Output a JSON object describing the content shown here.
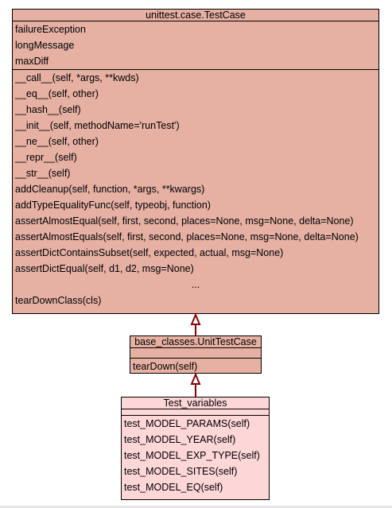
{
  "classes": {
    "testcase": {
      "title": "unittest.case.TestCase",
      "attributes": [
        "failureException",
        "longMessage",
        "maxDiff"
      ],
      "methods": [
        "__call__(self, *args, **kwds)",
        "__eq__(self, other)",
        "__hash__(self)",
        "__init__(self, methodName='runTest')",
        "__ne__(self, other)",
        "__repr__(self)",
        "__str__(self)",
        "addCleanup(self, function, *args, **kwargs)",
        "addTypeEqualityFunc(self, typeobj, function)",
        "assertAlmostEqual(self, first, second, places=None, msg=None, delta=None)",
        "assertAlmostEquals(self, first, second, places=None, msg=None, delta=None)",
        "assertDictContainsSubset(self, expected, actual, msg=None)",
        "assertDictEqual(self, d1, d2, msg=None)"
      ],
      "ellipsis": "...",
      "methods_tail": [
        "tearDownClass(cls)"
      ],
      "fill_color": "#e6b0a3"
    },
    "unittestcase": {
      "title": "base_classes.UnitTestCase",
      "methods": [
        "tearDown(self)"
      ],
      "fill_color": "#e6b0a3"
    },
    "test_variables": {
      "title": "Test_variables",
      "methods": [
        "test_MODEL_PARAMS(self)",
        "test_MODEL_YEAR(self)",
        "test_MODEL_EXP_TYPE(self)",
        "test_MODEL_SITES(self)",
        "test_MODEL_EQ(self)"
      ],
      "fill_color": "#fdd6d8"
    }
  },
  "edges": [
    {
      "from": "unittestcase",
      "to": "testcase",
      "kind": "inheritance",
      "color": "#8b0000"
    },
    {
      "from": "test_variables",
      "to": "unittestcase",
      "kind": "inheritance",
      "color": "#8b0000"
    }
  ]
}
